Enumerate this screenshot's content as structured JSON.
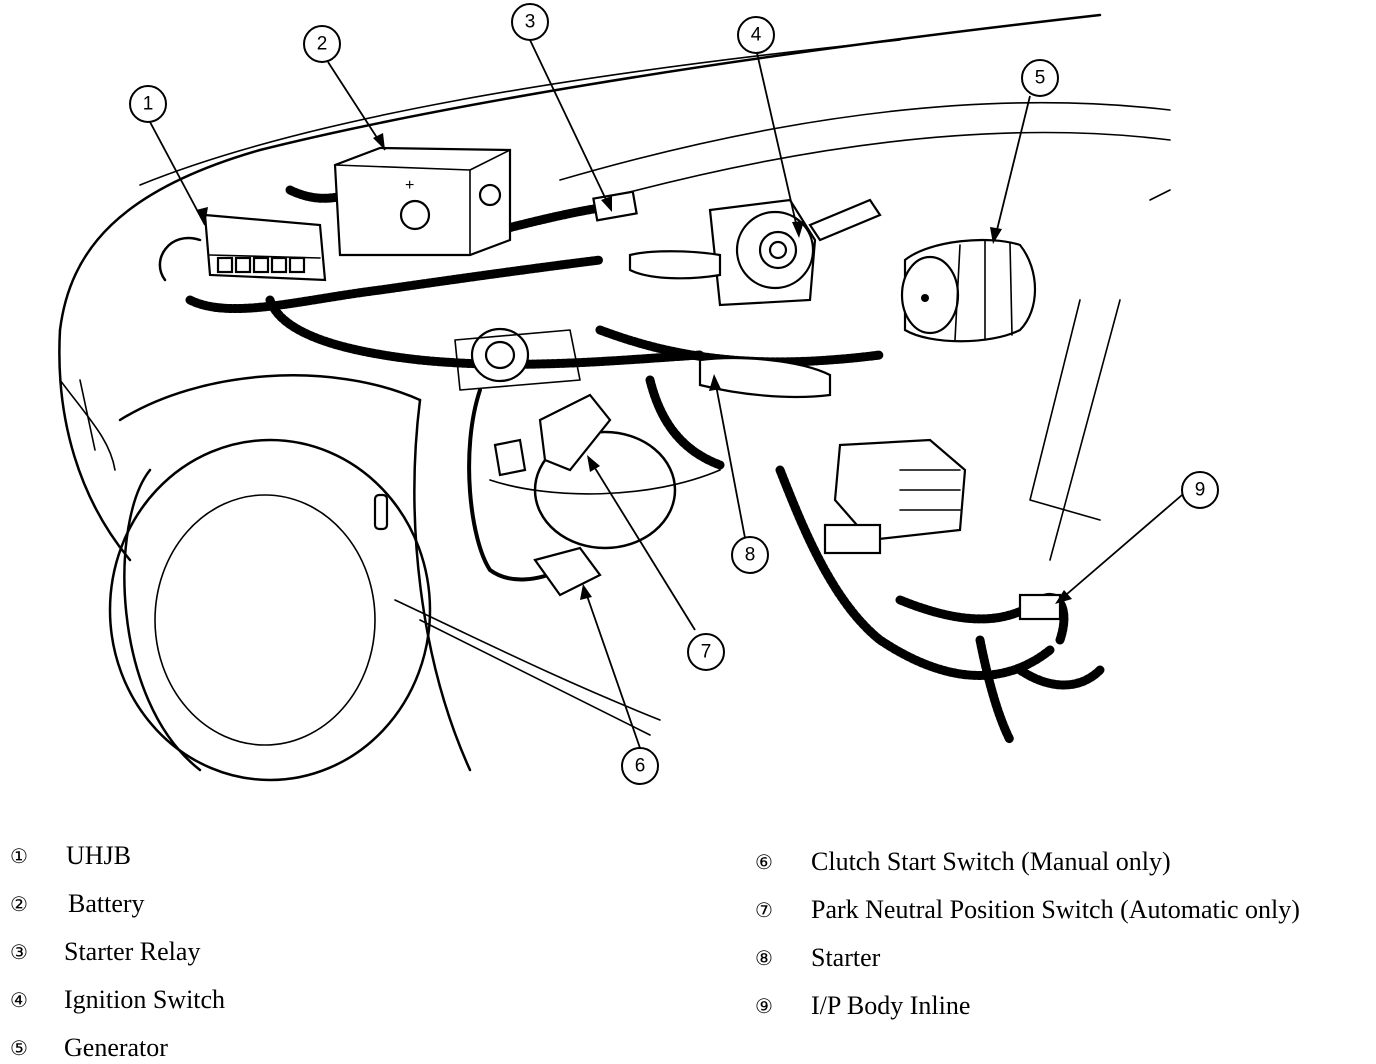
{
  "callouts": [
    {
      "id": "1",
      "label": "1"
    },
    {
      "id": "2",
      "label": "2"
    },
    {
      "id": "3",
      "label": "3"
    },
    {
      "id": "4",
      "label": "4"
    },
    {
      "id": "5",
      "label": "5"
    },
    {
      "id": "6",
      "label": "6"
    },
    {
      "id": "7",
      "label": "7"
    },
    {
      "id": "8",
      "label": "8"
    },
    {
      "id": "9",
      "label": "9"
    }
  ],
  "legend": {
    "left": [
      {
        "num": "①",
        "text": "UHJB"
      },
      {
        "num": "②",
        "text": "Battery"
      },
      {
        "num": "③",
        "text": "Starter Relay"
      },
      {
        "num": "④",
        "text": "Ignition Switch"
      },
      {
        "num": "⑤",
        "text": "Generator"
      }
    ],
    "right": [
      {
        "num": "⑥",
        "text": "Clutch Start Switch (Manual only)"
      },
      {
        "num": "⑦",
        "text": "Park Neutral Position Switch (Automatic only)"
      },
      {
        "num": "⑧",
        "text": "Starter"
      },
      {
        "num": "⑨",
        "text": "I/P Body Inline"
      }
    ]
  }
}
